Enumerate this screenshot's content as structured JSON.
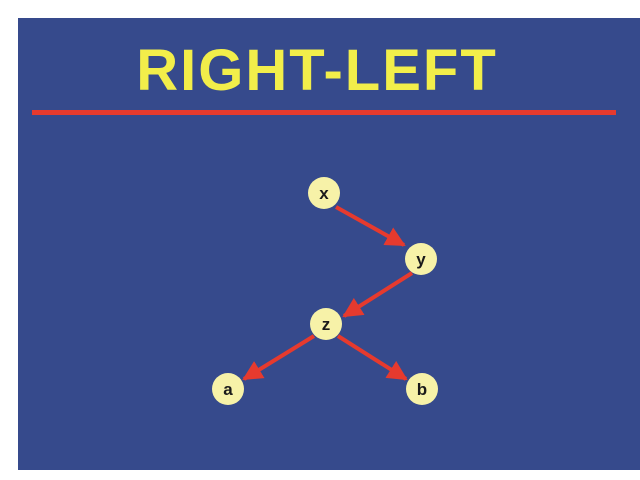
{
  "slide": {
    "title": "RIGHT-LEFT"
  },
  "colors": {
    "background": "#364a8c",
    "title": "#f2ee4a",
    "rule": "#e63a2e",
    "node_fill": "#f7f2a8",
    "edge": "#e63a2e"
  },
  "tree": {
    "nodes": {
      "x": "x",
      "y": "y",
      "z": "z",
      "a": "a",
      "b": "b"
    },
    "edges": [
      [
        "x",
        "y"
      ],
      [
        "y",
        "z"
      ],
      [
        "z",
        "a"
      ],
      [
        "z",
        "b"
      ]
    ]
  }
}
